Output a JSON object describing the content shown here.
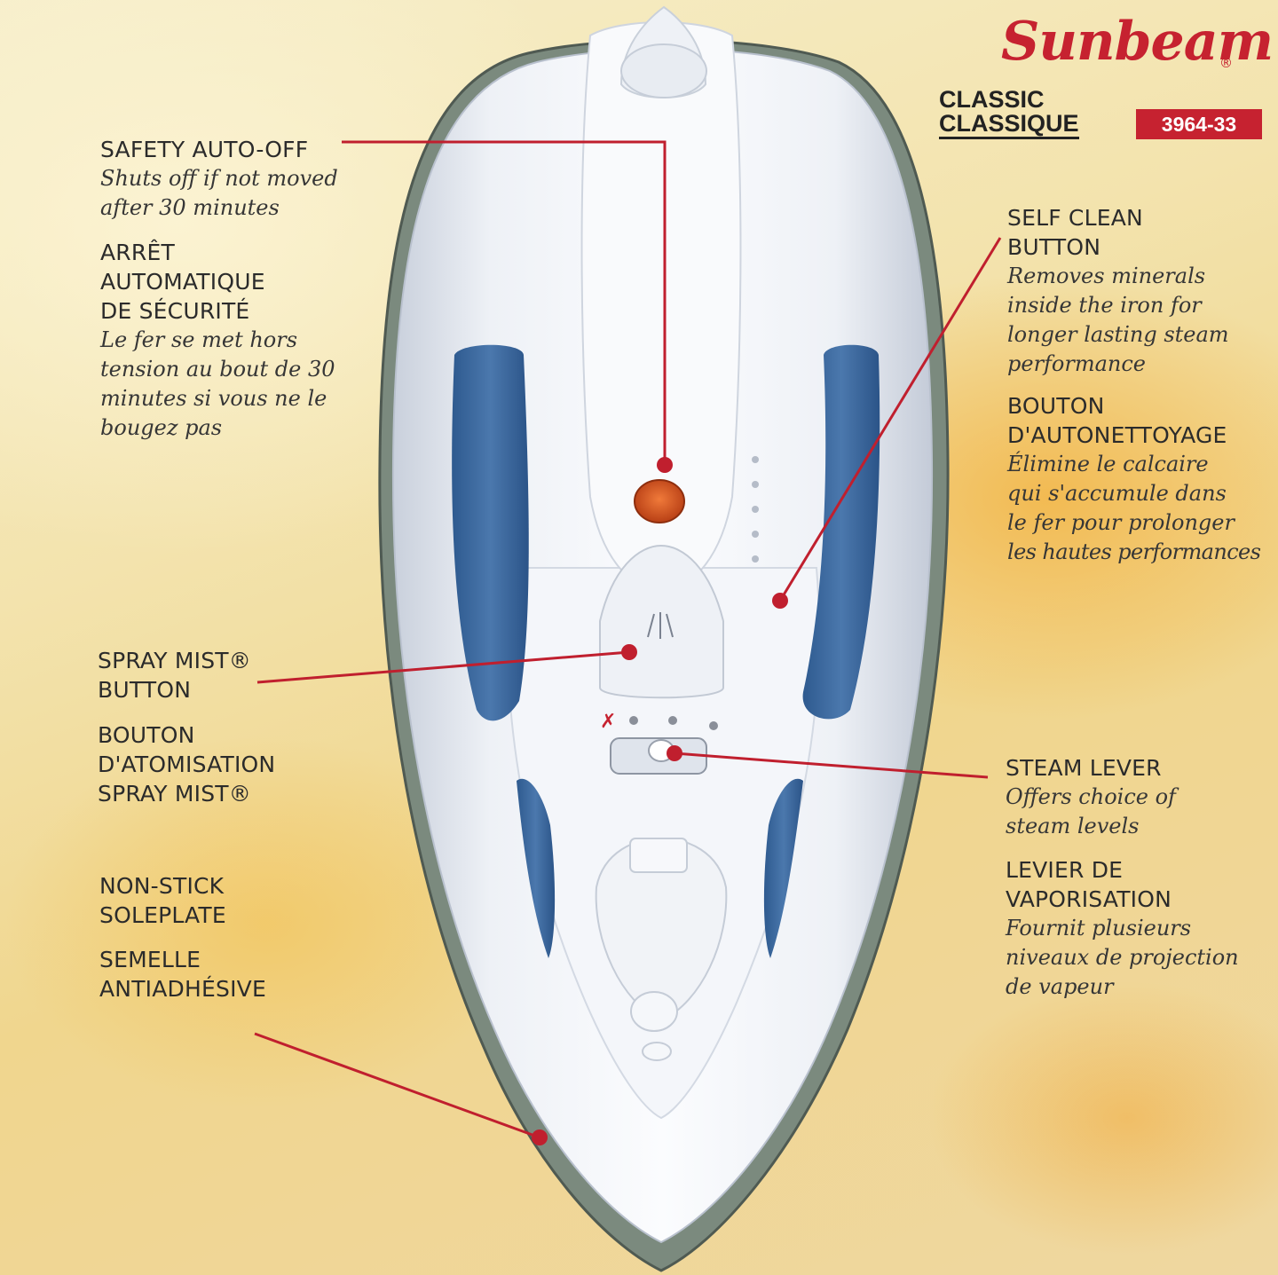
{
  "brand": {
    "name": "Sunbeam",
    "reg_mark": "®",
    "line_1": "CLASSIC",
    "line_2": "CLASSIQUE",
    "model": "3964-33"
  },
  "colors": {
    "brand_red": "#c62230",
    "leader_red": "#c01f2e",
    "text": "#2b2b2b"
  },
  "callouts": {
    "safety": {
      "title_en": "SAFETY AUTO-OFF",
      "desc_en": [
        "Shuts off if not moved",
        "after 30 minutes"
      ],
      "title_fr": [
        "ARRÊT",
        "AUTOMATIQUE",
        "DE SÉCURITÉ"
      ],
      "desc_fr": [
        "Le fer se met hors",
        "tension au bout de 30",
        "minutes si vous ne le",
        "bougez pas"
      ]
    },
    "self_clean": {
      "title_en": [
        "SELF CLEAN",
        "BUTTON"
      ],
      "desc_en": [
        "Removes minerals",
        "inside the iron for",
        "longer lasting steam",
        "performance"
      ],
      "title_fr": [
        "BOUTON",
        "D'AUTONETTOYAGE"
      ],
      "desc_fr": [
        "Élimine le calcaire",
        "qui s'accumule dans",
        "le fer pour prolonger",
        "les hautes performances"
      ]
    },
    "spray": {
      "title_en": [
        "SPRAY MIST®",
        "BUTTON"
      ],
      "title_fr": [
        "BOUTON",
        "D'ATOMISATION",
        "SPRAY MIST®"
      ]
    },
    "steam": {
      "title_en": "STEAM LEVER",
      "desc_en": [
        "Offers choice of",
        "steam levels"
      ],
      "title_fr": [
        "LEVIER DE",
        "VAPORISATION"
      ],
      "desc_fr": [
        "Fournit plusieurs",
        "niveaux de projection",
        "de vapeur"
      ]
    },
    "soleplate": {
      "title_en": [
        "NON-STICK",
        "SOLEPLATE"
      ],
      "title_fr": [
        "SEMELLE",
        "ANTIADHÉSIVE"
      ]
    }
  }
}
